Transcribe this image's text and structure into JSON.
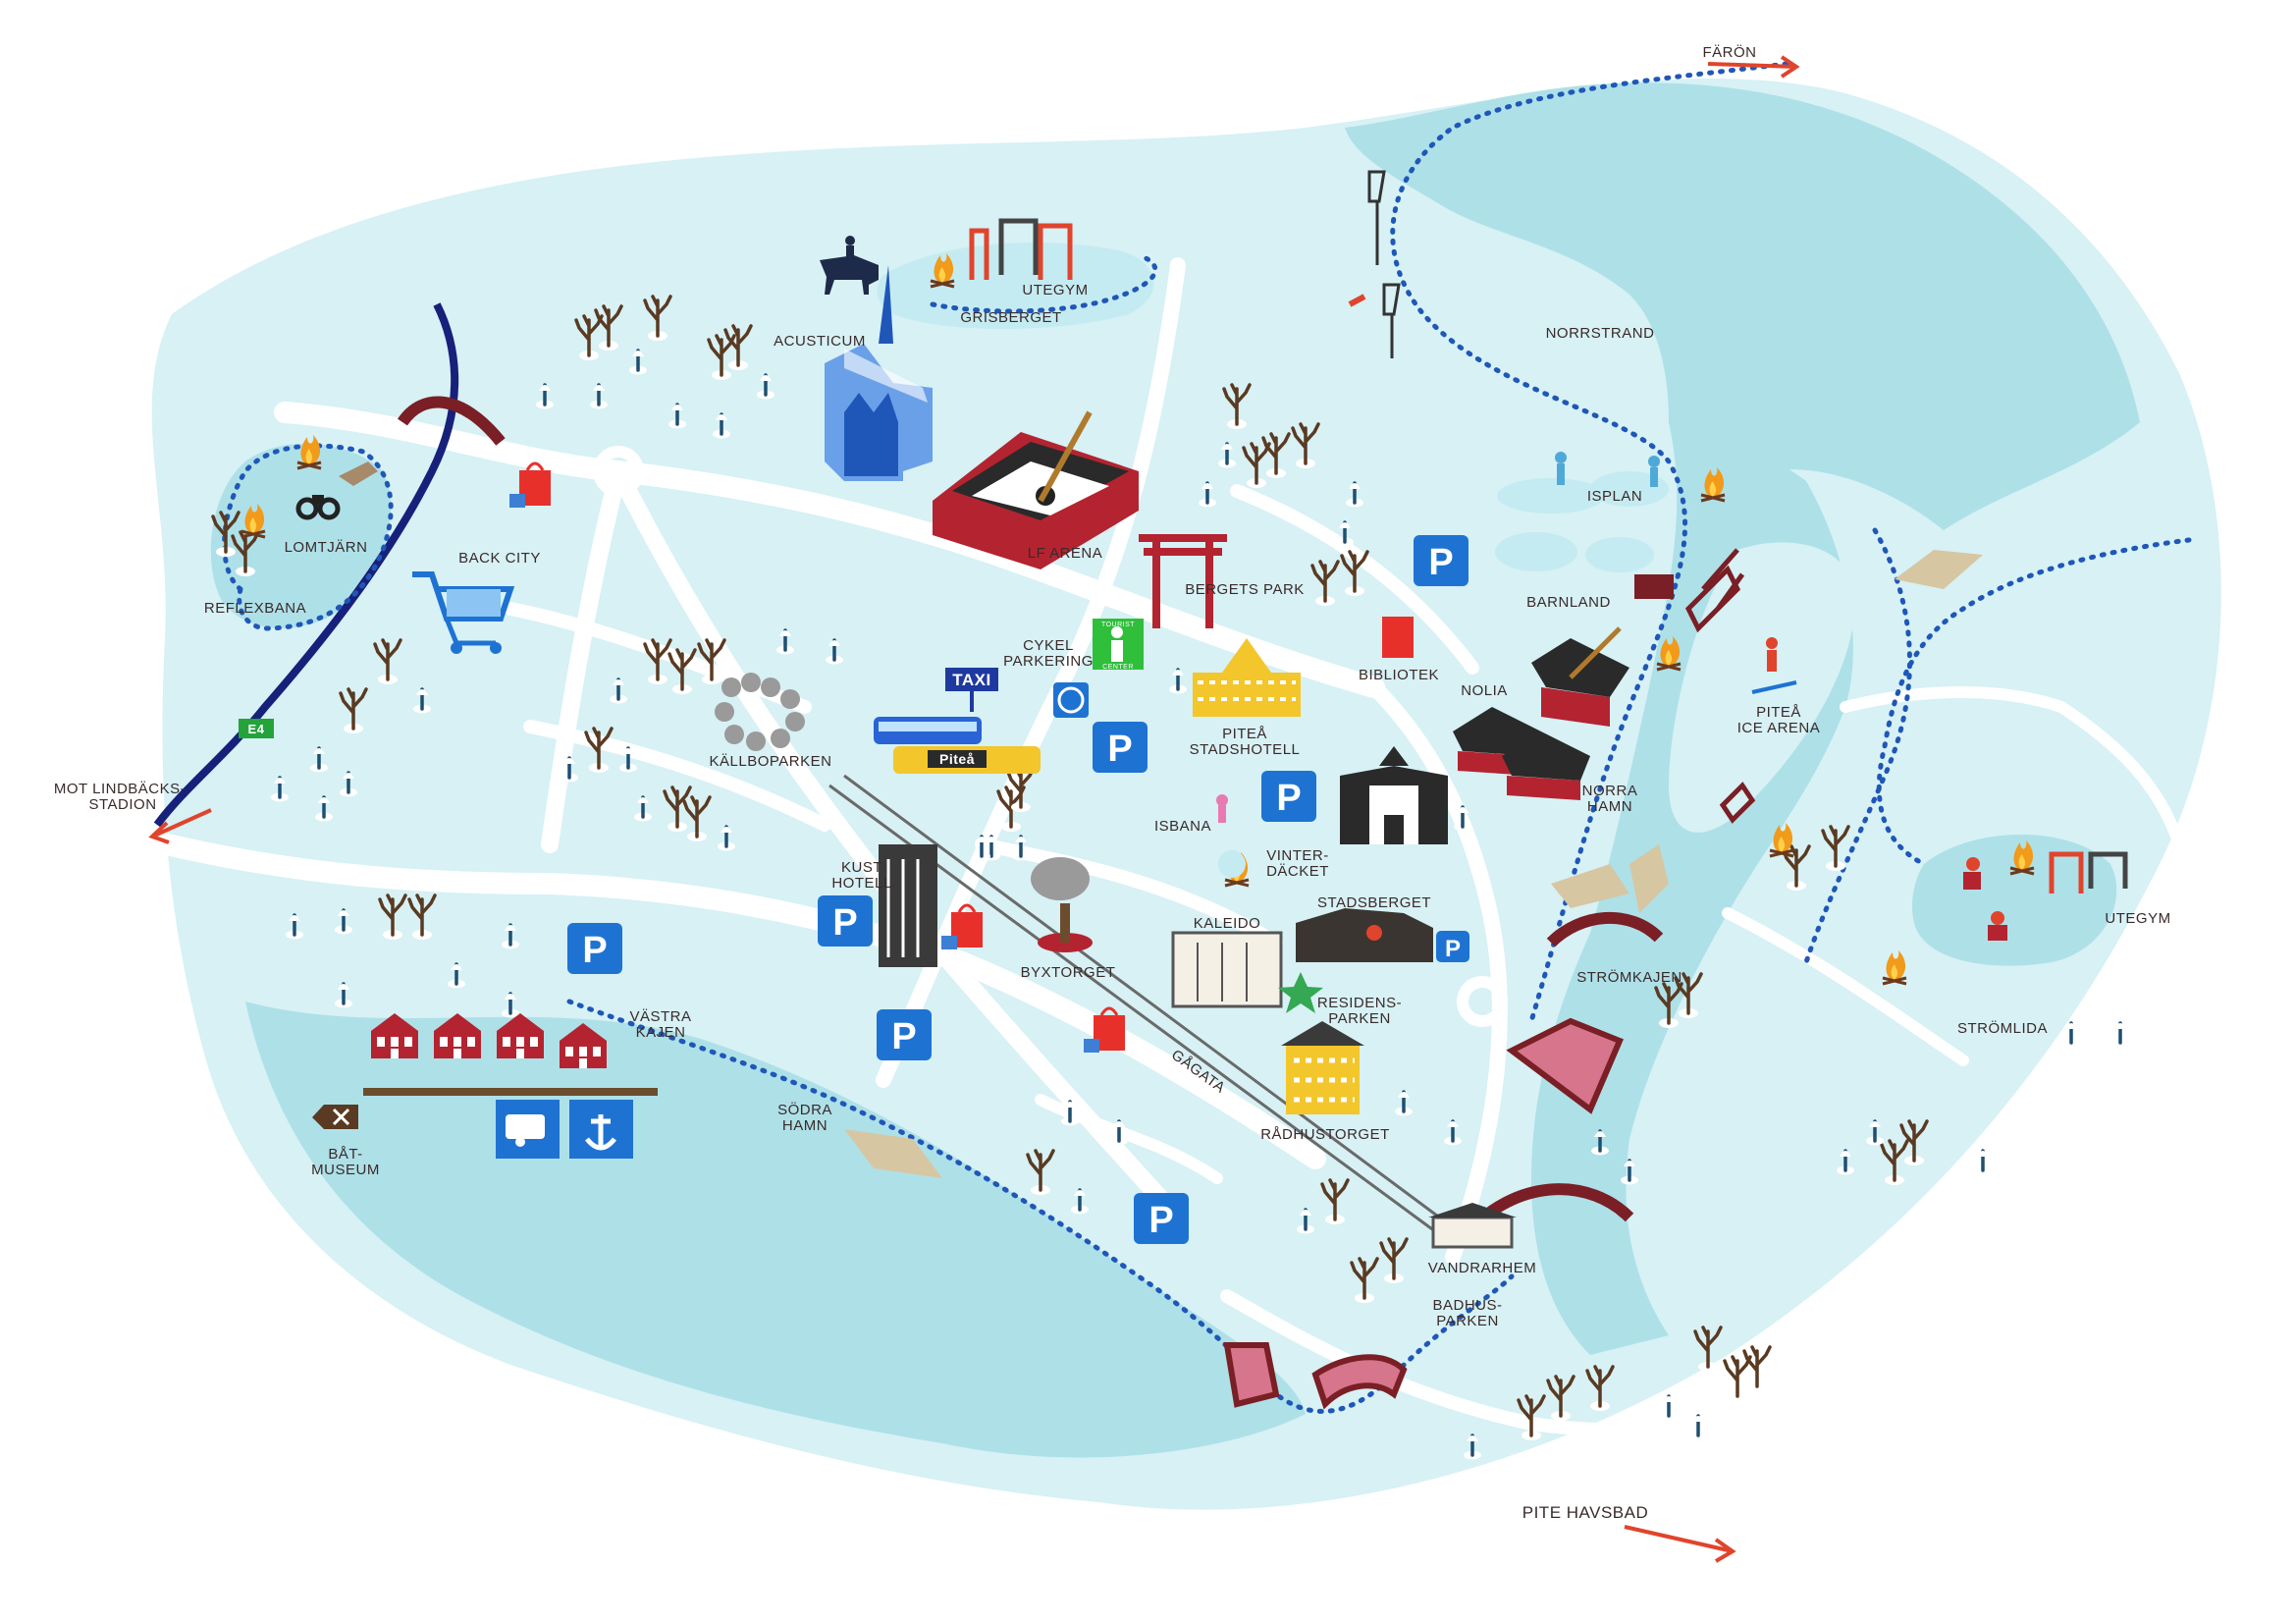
{
  "labels": {
    "faron": "FÄRÖN",
    "grisberget": "GRISBERGET",
    "utegym_north": "UTEGYM",
    "acusticum": "ACUSTICUM",
    "lf_arena": "LF ARENA",
    "norrstrand": "NORRSTRAND",
    "isplan": "ISPLAN",
    "barnland": "BARNLAND",
    "bergets_park": "BERGETS PARK",
    "bibliotek": "BIBLIOTEK",
    "nolia": "NOLIA",
    "pitea_ice_arena_1": "PITEÅ",
    "pitea_ice_arena_2": "ICE ARENA",
    "cykelparkering_1": "CYKEL",
    "cykelparkering_2": "PARKERING",
    "taxi": "TAXI",
    "lomtjarn": "LOMTJÄRN",
    "back_city": "BACK CITY",
    "reflexbana": "REFLEXBANA",
    "e4": "E4",
    "mot_lindbacks_1": "MOT LINDBÄCKS-",
    "mot_lindbacks_2": "STADION",
    "kallboparken": "KÄLLBOPARKEN",
    "pitea_stadshotell_1": "PITEÅ",
    "pitea_stadshotell_2": "STADSHOTELL",
    "norra_hamn_1": "NORRA",
    "norra_hamn_2": "HAMN",
    "isbana": "ISBANA",
    "vinterdacket_1": "VINTER-",
    "vinterdacket_2": "DÄCKET",
    "kusthotell_1": "KUST",
    "kusthotell_2": "HOTELL",
    "stadsberget": "STADSBERGET",
    "kaleido": "KALEIDO",
    "byxtorget": "BYXTORGET",
    "residensparken_1": "RESIDENS-",
    "residensparken_2": "PARKEN",
    "stromkajen": "STRÖMKAJEN",
    "utegym_east": "UTEGYM",
    "stromlida": "STRÖMLIDA",
    "vastra_kajen_1": "VÄSTRA",
    "vastra_kajen_2": "KAJEN",
    "sodra_hamn_1": "SÖDRA",
    "sodra_hamn_2": "HAMN",
    "gagata": "GÅGATA",
    "radhustorget": "RÅDHUSTORGET",
    "batmuseum_1": "BÅT-",
    "batmuseum_2": "MUSEUM",
    "vandrarhem": "VANDRARHEM",
    "badhusparken_1": "BADHUS-",
    "badhusparken_2": "PARKEN",
    "pite_havsbad": "PITE HAVSBAD",
    "parking": "P",
    "tourist_info_top": "TOURIST",
    "tourist_info_bottom": "CENTER",
    "bus_brand": "Piteå"
  },
  "colors": {
    "land": "#d7f1f5",
    "water": "#aee0e8",
    "water_dark": "#9fd6df",
    "road": "#ffffff",
    "trail": "#1f57b8",
    "parking": "#1e73d2",
    "building_red": "#b32430",
    "building_dark": "#7a1f25",
    "tree": "#5a3a22",
    "highway": "#17207a",
    "arrow": "#e0442c",
    "e4_sign": "#24a33b",
    "fire": "#f29a19"
  },
  "icons": [
    "parking-icon",
    "tourist-info-icon",
    "taxi-icon",
    "bus-icon",
    "bicycle-icon",
    "shopping-bag-icon",
    "shopping-cart-icon",
    "binoculars-icon",
    "campfire-icon",
    "disc-golf-icon",
    "ski-jump-icon",
    "torii-gate-icon",
    "caravan-icon",
    "anchor-icon",
    "boat-museum-icon",
    "horse-rider-icon",
    "skater-icon",
    "skier-icon",
    "sledge-icon",
    "tree-icon",
    "bridge-icon",
    "star-icon"
  ]
}
